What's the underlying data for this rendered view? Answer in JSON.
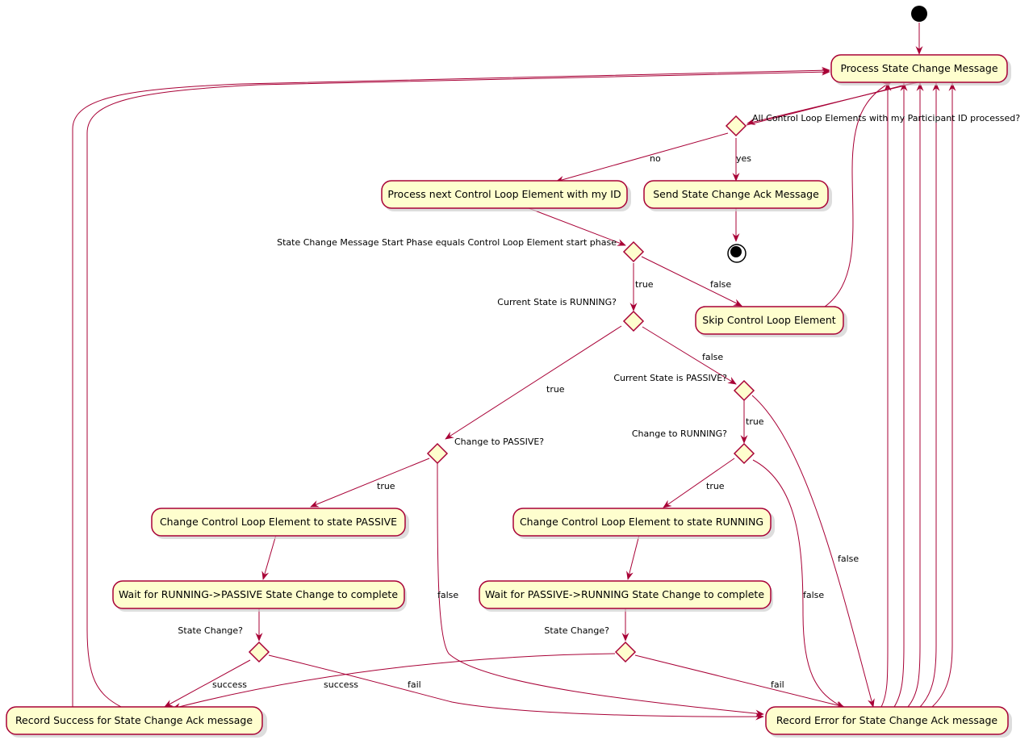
{
  "colors": {
    "node_fill": "#FEFECE",
    "node_stroke": "#A80036",
    "edge": "#A80036",
    "start": "#000000"
  },
  "nodes": {
    "process_state_change": "Process State Change Message",
    "process_next_element": "Process next Control Loop Element with my ID",
    "send_ack": "Send State Change Ack Message",
    "skip_element": "Skip Control Loop Element",
    "change_to_passive_action": "Change Control Loop Element to state PASSIVE",
    "change_to_running_action": "Change Control Loop Element to state RUNNING",
    "wait_running_passive": "Wait for RUNNING->PASSIVE State Change to complete",
    "wait_passive_running": "Wait for PASSIVE->RUNNING State Change to complete",
    "record_success": "Record Success for State Change Ack message",
    "record_error": "Record Error for State Change Ack message"
  },
  "decisions": {
    "all_processed": "All Control Loop Elements with my Participant ID processed?",
    "start_phase": "State Change Message Start Phase equals Control Loop Element start phase",
    "is_running": "Current State is RUNNING?",
    "is_passive": "Current State is PASSIVE?",
    "change_to_passive": "Change to PASSIVE?",
    "change_to_running": "Change to RUNNING?",
    "state_change_left": "State Change?",
    "state_change_right": "State Change?"
  },
  "edge_labels": {
    "no": "no",
    "yes": "yes",
    "true": "true",
    "false": "false",
    "success": "success",
    "fail": "fail"
  }
}
